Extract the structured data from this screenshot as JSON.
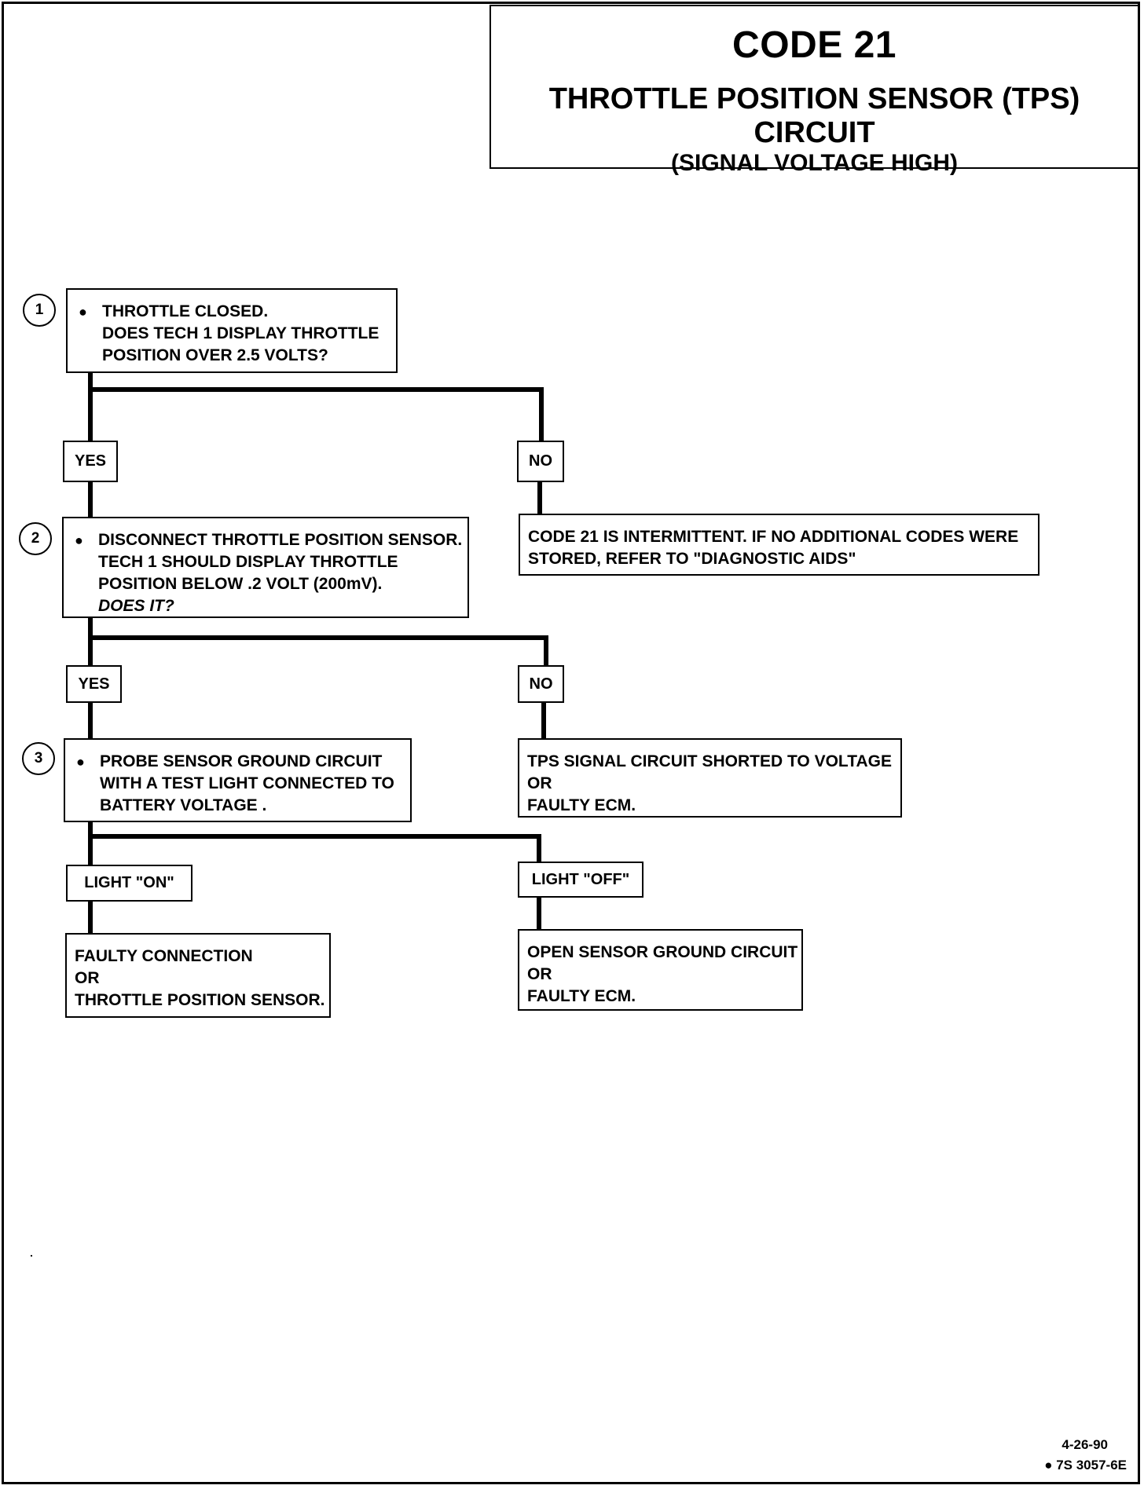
{
  "header": {
    "code": "CODE 21",
    "title": "THROTTLE POSITION SENSOR (TPS) CIRCUIT",
    "subtitle": "(SIGNAL VOLTAGE HIGH)"
  },
  "steps": [
    {
      "number": "1",
      "bullet": "●",
      "lines": [
        "THROTTLE CLOSED.",
        "DOES TECH 1 DISPLAY THROTTLE",
        "POSITION  OVER 2.5 VOLTS?"
      ]
    },
    {
      "number": "2",
      "bullet": "●",
      "lines": [
        "DISCONNECT THROTTLE POSITION SENSOR.",
        "TECH 1 SHOULD DISPLAY THROTTLE",
        "POSITION BELOW .2 VOLT (200mV).",
        "DOES IT?"
      ]
    },
    {
      "number": "3",
      "bullet": "●",
      "lines": [
        "PROBE SENSOR GROUND CIRCUIT",
        "WITH A TEST LIGHT CONNECTED TO",
        "BATTERY VOLTAGE ."
      ]
    }
  ],
  "branches": {
    "s1_yes": "YES",
    "s1_no": "NO",
    "s2_yes": "YES",
    "s2_no": "NO",
    "s3_on": "LIGHT \"ON\"",
    "s3_off": "LIGHT \"OFF\""
  },
  "results": {
    "intermittent": [
      "CODE 21 IS INTERMITTENT.  IF NO ADDITIONAL CODES WERE",
      "STORED, REFER TO  \"DIAGNOSTIC AIDS\""
    ],
    "shorted": [
      "TPS SIGNAL CIRCUIT SHORTED TO VOLTAGE",
      "OR",
      "FAULTY ECM."
    ],
    "faulty_connection": [
      "FAULTY CONNECTION",
      "OR",
      "THROTTLE POSITION SENSOR."
    ],
    "open_ground": [
      "OPEN SENSOR GROUND CIRCUIT",
      "OR",
      "FAULTY ECM."
    ]
  },
  "footer": {
    "date": "4-26-90",
    "doc_number": "● 7S 3057-6E"
  }
}
